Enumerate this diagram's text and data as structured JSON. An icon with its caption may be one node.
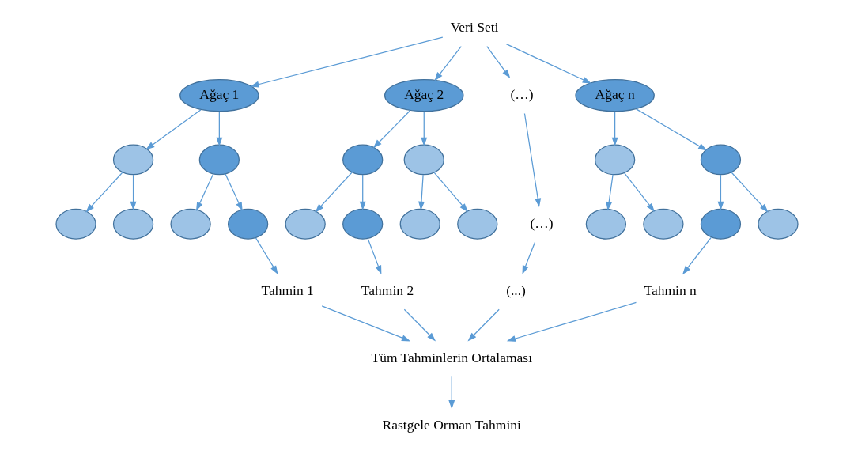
{
  "diagram": {
    "nodes": [
      {
        "text": [
          "Veri Seti"
        ]
      },
      {
        "text": [
          "Ağaç 1"
        ]
      },
      {
        "text": [
          "Ağaç 2"
        ]
      },
      {
        "text": [
          "(…)"
        ]
      },
      {
        "text": [
          "Ağaç n"
        ]
      },
      {
        "text": [],
        "shape": "circle"
      },
      {
        "text": [],
        "shape": "circle"
      },
      {
        "text": [],
        "shape": "circle"
      },
      {
        "text": [],
        "shape": "circle"
      },
      {
        "text": [],
        "shape": "circle"
      },
      {
        "text": [],
        "shape": "circle"
      },
      {
        "text": [],
        "shape": "circle"
      },
      {
        "text": [],
        "shape": "circle"
      },
      {
        "text": [],
        "shape": "circle"
      },
      {
        "text": [],
        "shape": "circle"
      },
      {
        "text": [],
        "shape": "circle"
      },
      {
        "text": [],
        "shape": "circle"
      },
      {
        "text": [],
        "shape": "circle"
      },
      {
        "text": [],
        "shape": "circle"
      },
      {
        "text": [
          "(…)"
        ]
      },
      {
        "text": [],
        "shape": "circle"
      },
      {
        "text": [],
        "shape": "circle"
      },
      {
        "text": [],
        "shape": "circle"
      },
      {
        "text": [],
        "shape": "circle"
      },
      {
        "text": [
          "Tahmin 1"
        ]
      },
      {
        "text": [
          "Tahmin 2"
        ]
      },
      {
        "text": [
          "(...)"
        ]
      },
      {
        "text": [
          "Tahmin n"
        ]
      },
      {
        "text": [
          "Tüm Tahminlerin Ortalaması"
        ]
      },
      {
        "text": [
          "Rastgele Orman Tahmini"
        ]
      }
    ],
    "edges": [
      {
        "from": 0,
        "to": 1,
        "arrow": "to"
      },
      {
        "from": 0,
        "to": 2,
        "arrow": "to"
      },
      {
        "from": 0,
        "to": 3,
        "arrow": "to"
      },
      {
        "from": 0,
        "to": 4,
        "arrow": "to"
      },
      {
        "from": 1,
        "to": 5,
        "arrow": "to"
      },
      {
        "from": 1,
        "to": 6,
        "arrow": "to"
      },
      {
        "from": 2,
        "to": 7,
        "arrow": "to"
      },
      {
        "from": 2,
        "to": 8,
        "arrow": "to"
      },
      {
        "from": 4,
        "to": 9,
        "arrow": "to"
      },
      {
        "from": 4,
        "to": 10,
        "arrow": "to"
      },
      {
        "from": 5,
        "to": 11,
        "arrow": "to"
      },
      {
        "from": 5,
        "to": 12,
        "arrow": "to"
      },
      {
        "from": 6,
        "to": 13,
        "arrow": "to"
      },
      {
        "from": 6,
        "to": 14,
        "arrow": "to"
      },
      {
        "from": 7,
        "to": 15,
        "arrow": "to"
      },
      {
        "from": 7,
        "to": 16,
        "arrow": "to"
      },
      {
        "from": 8,
        "to": 17,
        "arrow": "to"
      },
      {
        "from": 8,
        "to": 18,
        "arrow": "to"
      },
      {
        "from": 3,
        "to": 19,
        "arrow": "to"
      },
      {
        "from": 9,
        "to": 20,
        "arrow": "to"
      },
      {
        "from": 9,
        "to": 21,
        "arrow": "to"
      },
      {
        "from": 10,
        "to": 22,
        "arrow": "to"
      },
      {
        "from": 10,
        "to": 23,
        "arrow": "to"
      },
      {
        "from": 14,
        "to": 24,
        "arrow": "to"
      },
      {
        "from": 16,
        "to": 25,
        "arrow": "to"
      },
      {
        "from": 19,
        "to": 26,
        "arrow": "to"
      },
      {
        "from": 22,
        "to": 27,
        "arrow": "to"
      },
      {
        "from": 24,
        "to": 28,
        "arrow": "to"
      },
      {
        "from": 25,
        "to": 28,
        "arrow": "to"
      },
      {
        "from": 26,
        "to": 28,
        "arrow": "to"
      },
      {
        "from": 27,
        "to": 28,
        "arrow": "to"
      },
      {
        "from": 28,
        "to": 29,
        "arrow": "to"
      }
    ]
  }
}
